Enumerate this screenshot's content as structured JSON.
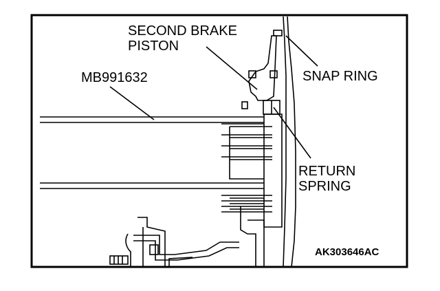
{
  "labels": {
    "second_brake_piston_line1": "SECOND BRAKE",
    "second_brake_piston_line2": "PISTON",
    "tool_number": "MB991632",
    "snap_ring": "SNAP RING",
    "return_spring_line1": "RETURN",
    "return_spring_line2": "SPRING"
  },
  "figure_code": "AK303646AC"
}
